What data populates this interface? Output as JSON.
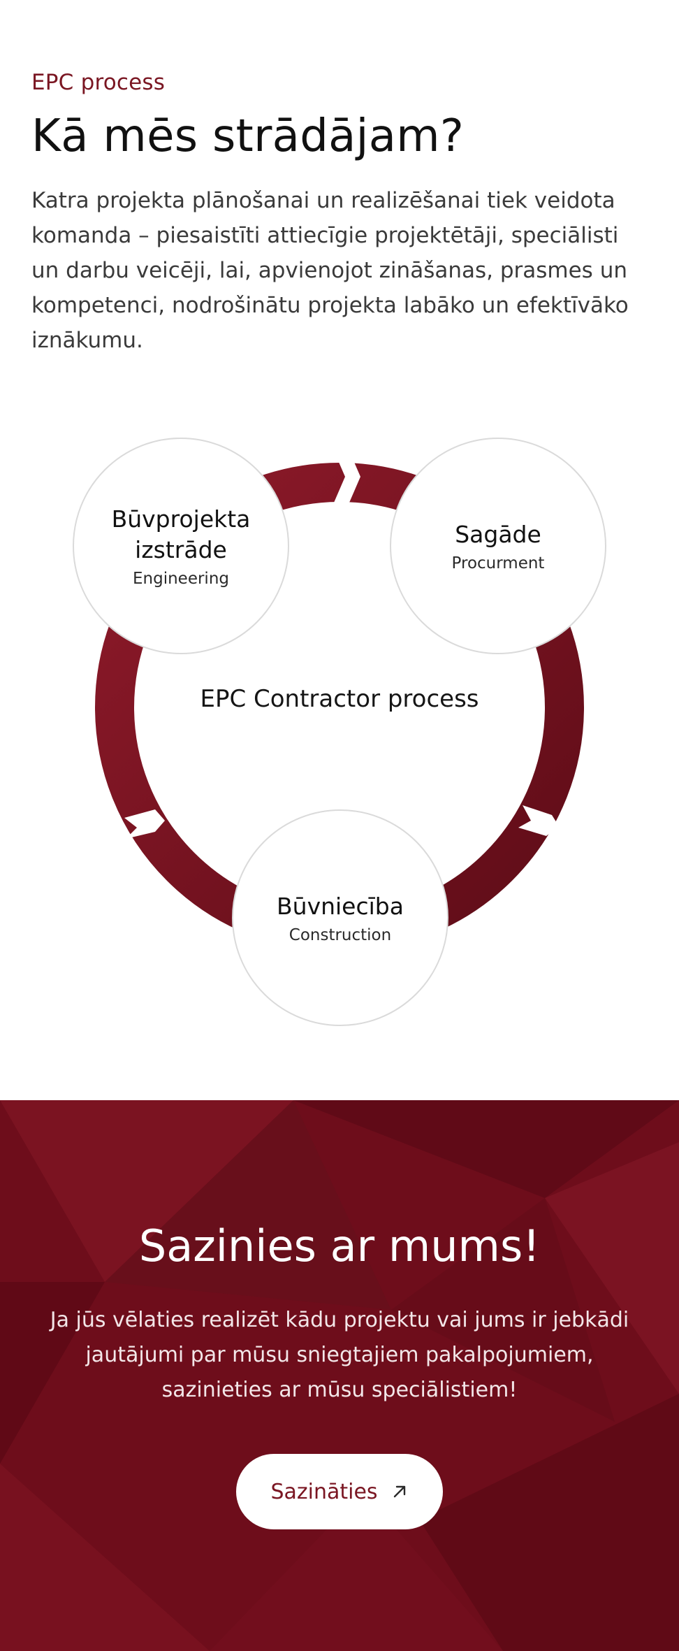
{
  "intro": {
    "eyebrow": "EPC process",
    "title": "Kā mēs strādājam?",
    "lead": "Katra projekta plānošanai un realizēšanai tiek veidota komanda – piesaistīti attiecīgie projektētāji, speciālisti un darbu veicēji, lai, apvienojot zināšanas, prasmes un kompetenci, nodrošinātu projekta labāko un efektīvāko iznākumu."
  },
  "process": {
    "center_label": "EPC Contractor process",
    "ring_color": "#7a1622",
    "steps": [
      {
        "title": "Būvprojekta izstrāde",
        "subtitle": "Engineering"
      },
      {
        "title": "Sagāde",
        "subtitle": "Procurment"
      },
      {
        "title": "Būvniecība",
        "subtitle": "Construction"
      }
    ]
  },
  "contact": {
    "title": "Sazinies ar mums!",
    "text": "Ja jūs vēlaties realizēt kādu projektu vai jums ir jebkādi jautājumi par mūsu sniegtajiem pakalpojumiem, sazinieties ar mūsu speciālistiem!",
    "button_label": "Sazināties",
    "button_icon": "arrow-up-right-icon",
    "background_color": "#6e0d1b"
  }
}
